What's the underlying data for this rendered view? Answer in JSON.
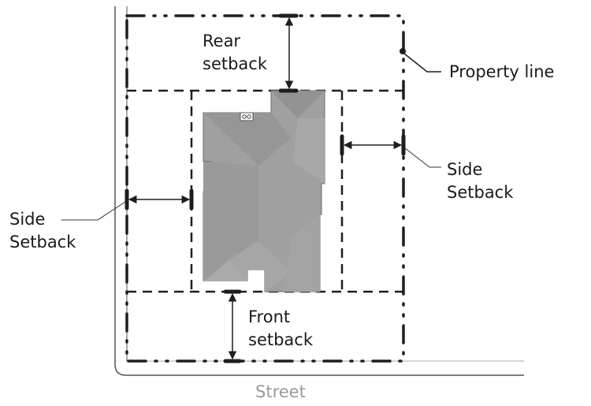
{
  "diagram": {
    "title": "Property setbacks",
    "labels": {
      "rear_setback": [
        "Rear",
        "setback"
      ],
      "front_setback": [
        "Front",
        "setback"
      ],
      "side_setback_left": [
        "Side",
        "Setback"
      ],
      "side_setback_right": [
        "Side",
        "Setback"
      ],
      "property_line": "Property line",
      "street": "Street"
    },
    "colors": {
      "line": "#1e1e1e",
      "house_fill": "#a0a0a0",
      "house_shade": "#959595",
      "street_text": "#9a9a9a",
      "street_edge": "#555555"
    },
    "legend": {
      "property_line_style": "dash-dot-dot",
      "setback_line_style": "dashed"
    }
  }
}
